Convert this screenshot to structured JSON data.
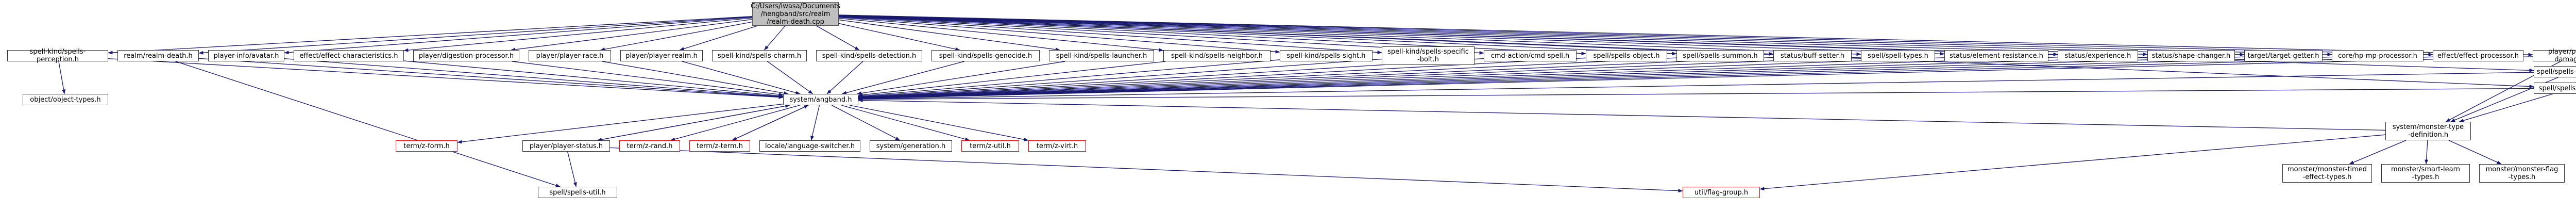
{
  "colors": {
    "edge": "#191970",
    "missing_border": "#ff0000",
    "root_fill": "#bfbfbf",
    "node_border": "#333333"
  },
  "nodes": [
    {
      "id": "root",
      "label": "C:/Users/iwasa/Documents\n/hengband/src/realm\n/realm-death.cpp",
      "kind": "root"
    },
    {
      "id": "n_perception",
      "label": "spell-kind/spells-perception.h"
    },
    {
      "id": "n_realm_death",
      "label": "realm/realm-death.h"
    },
    {
      "id": "n_info_avatar",
      "label": "player-info/avatar.h"
    },
    {
      "id": "n_effect_char",
      "label": "effect/effect-characteristics.h"
    },
    {
      "id": "n_digestion",
      "label": "player/digestion-processor.h"
    },
    {
      "id": "n_player_race",
      "label": "player/player-race.h"
    },
    {
      "id": "n_player_realm",
      "label": "player/player-realm.h"
    },
    {
      "id": "n_charm",
      "label": "spell-kind/spells-charm.h"
    },
    {
      "id": "n_detection",
      "label": "spell-kind/spells-detection.h"
    },
    {
      "id": "n_genocide",
      "label": "spell-kind/spells-genocide.h"
    },
    {
      "id": "n_launcher",
      "label": "spell-kind/spells-launcher.h"
    },
    {
      "id": "n_neighbor",
      "label": "spell-kind/spells-neighbor.h"
    },
    {
      "id": "n_sight",
      "label": "spell-kind/spells-sight.h"
    },
    {
      "id": "n_specific_bolt",
      "label": "spell-kind/spells-specific\n-bolt.h"
    },
    {
      "id": "n_cmd_spell",
      "label": "cmd-action/cmd-spell.h"
    },
    {
      "id": "n_spells_object",
      "label": "spell/spells-object.h"
    },
    {
      "id": "n_spells_summon",
      "label": "spell/spells-summon.h"
    },
    {
      "id": "n_buff_setter",
      "label": "status/buff-setter.h"
    },
    {
      "id": "n_spell_types",
      "label": "spell/spell-types.h"
    },
    {
      "id": "n_element_resist",
      "label": "status/element-resistance.h"
    },
    {
      "id": "n_experience",
      "label": "status/experience.h"
    },
    {
      "id": "n_shape_changer",
      "label": "status/shape-changer.h"
    },
    {
      "id": "n_target_getter",
      "label": "target/target-getter.h"
    },
    {
      "id": "n_hp_processor",
      "label": "core/hp-mp-processor.h"
    },
    {
      "id": "n_effect_processor",
      "label": "effect/effect-processor.h"
    },
    {
      "id": "n_player_damage",
      "label": "player/player-damage.h"
    },
    {
      "id": "n_spells_diceroll",
      "label": "spell/spells-diceroll.h"
    },
    {
      "id": "n_spells_status",
      "label": "spell/spells-status.h"
    },
    {
      "id": "n_object_types",
      "label": "object/object-types.h"
    },
    {
      "id": "n_angband",
      "label": "system/angband.h"
    },
    {
      "id": "n_term_h",
      "label": "term/z-form.h",
      "kind": "missing"
    },
    {
      "id": "n_player_status",
      "label": "player/player-status.h"
    },
    {
      "id": "n_z_rand",
      "label": "term/z-rand.h",
      "kind": "missing"
    },
    {
      "id": "n_z_term",
      "label": "term/z-term.h",
      "kind": "missing"
    },
    {
      "id": "n_lang_switcher",
      "label": "locale/language-switcher.h"
    },
    {
      "id": "n_generation",
      "label": "system/generation.h"
    },
    {
      "id": "n_z_util",
      "label": "term/z-util.h",
      "kind": "missing"
    },
    {
      "id": "n_z_virt",
      "label": "term/z-virt.h",
      "kind": "missing"
    },
    {
      "id": "n_monster_type_def",
      "label": "system/monster-type\n-definition.h"
    },
    {
      "id": "n_monster_timed",
      "label": "monster/monster-timed\n-effect-types.h"
    },
    {
      "id": "n_smart_learn",
      "label": "monster/smart-learn\n-types.h"
    },
    {
      "id": "n_monster_flag",
      "label": "monster/monster-flag\n-types.h"
    },
    {
      "id": "n_spells_util",
      "label": "spell/spells-util.h"
    },
    {
      "id": "n_flag_group",
      "label": "util/flag-group.h",
      "kind": "missing"
    }
  ],
  "edges": [
    [
      "root",
      "n_perception"
    ],
    [
      "root",
      "n_realm_death"
    ],
    [
      "root",
      "n_info_avatar"
    ],
    [
      "root",
      "n_effect_char"
    ],
    [
      "root",
      "n_digestion"
    ],
    [
      "root",
      "n_player_race"
    ],
    [
      "root",
      "n_player_realm"
    ],
    [
      "root",
      "n_charm"
    ],
    [
      "root",
      "n_detection"
    ],
    [
      "root",
      "n_genocide"
    ],
    [
      "root",
      "n_launcher"
    ],
    [
      "root",
      "n_neighbor"
    ],
    [
      "root",
      "n_sight"
    ],
    [
      "root",
      "n_specific_bolt"
    ],
    [
      "root",
      "n_cmd_spell"
    ],
    [
      "root",
      "n_spells_object"
    ],
    [
      "root",
      "n_spells_summon"
    ],
    [
      "root",
      "n_buff_setter"
    ],
    [
      "root",
      "n_spell_types"
    ],
    [
      "root",
      "n_element_resist"
    ],
    [
      "root",
      "n_experience"
    ],
    [
      "root",
      "n_shape_changer"
    ],
    [
      "root",
      "n_target_getter"
    ],
    [
      "root",
      "n_hp_processor"
    ],
    [
      "root",
      "n_effect_processor"
    ],
    [
      "root",
      "n_player_damage"
    ],
    [
      "root",
      "n_spells_diceroll"
    ],
    [
      "root",
      "n_spells_status"
    ],
    [
      "n_perception",
      "n_object_types"
    ],
    [
      "n_perception",
      "n_angband"
    ],
    [
      "n_realm_death",
      "n_angband"
    ],
    [
      "n_realm_death",
      "n_spells_util"
    ],
    [
      "n_info_avatar",
      "n_angband"
    ],
    [
      "n_effect_char",
      "n_angband"
    ],
    [
      "n_digestion",
      "n_angband"
    ],
    [
      "n_player_race",
      "n_angband"
    ],
    [
      "n_player_realm",
      "n_angband"
    ],
    [
      "n_charm",
      "n_angband"
    ],
    [
      "n_detection",
      "n_angband"
    ],
    [
      "n_genocide",
      "n_angband"
    ],
    [
      "n_launcher",
      "n_angband"
    ],
    [
      "n_neighbor",
      "n_angband"
    ],
    [
      "n_sight",
      "n_angband"
    ],
    [
      "n_specific_bolt",
      "n_angband"
    ],
    [
      "n_cmd_spell",
      "n_angband"
    ],
    [
      "n_spells_object",
      "n_angband"
    ],
    [
      "n_spells_summon",
      "n_angband"
    ],
    [
      "n_buff_setter",
      "n_angband"
    ],
    [
      "n_spell_types",
      "n_angband"
    ],
    [
      "n_element_resist",
      "n_angband"
    ],
    [
      "n_experience",
      "n_angband"
    ],
    [
      "n_shape_changer",
      "n_angband"
    ],
    [
      "n_target_getter",
      "n_angband"
    ],
    [
      "n_hp_processor",
      "n_angband"
    ],
    [
      "n_effect_processor",
      "n_angband"
    ],
    [
      "n_player_damage",
      "n_angband"
    ],
    [
      "n_player_damage",
      "n_monster_type_def"
    ],
    [
      "n_spells_diceroll",
      "n_angband"
    ],
    [
      "n_spells_diceroll",
      "n_monster_type_def"
    ],
    [
      "n_spells_status",
      "n_angband"
    ],
    [
      "n_spells_status",
      "n_monster_type_def"
    ],
    [
      "n_angband",
      "n_term_h"
    ],
    [
      "n_angband",
      "n_player_status"
    ],
    [
      "n_angband",
      "n_z_rand"
    ],
    [
      "n_angband",
      "n_z_term"
    ],
    [
      "n_angband",
      "n_lang_switcher"
    ],
    [
      "n_angband",
      "n_generation"
    ],
    [
      "n_angband",
      "n_z_util"
    ],
    [
      "n_angband",
      "n_z_virt"
    ],
    [
      "n_z_term",
      "n_angband"
    ],
    [
      "n_player_status",
      "n_angband"
    ],
    [
      "n_player_status",
      "n_spells_util"
    ],
    [
      "n_player_status",
      "n_flag_group"
    ],
    [
      "n_monster_type_def",
      "n_angband"
    ],
    [
      "n_monster_type_def",
      "n_monster_timed"
    ],
    [
      "n_monster_type_def",
      "n_smart_learn"
    ],
    [
      "n_monster_type_def",
      "n_monster_flag"
    ],
    [
      "n_monster_type_def",
      "n_flag_group"
    ]
  ]
}
